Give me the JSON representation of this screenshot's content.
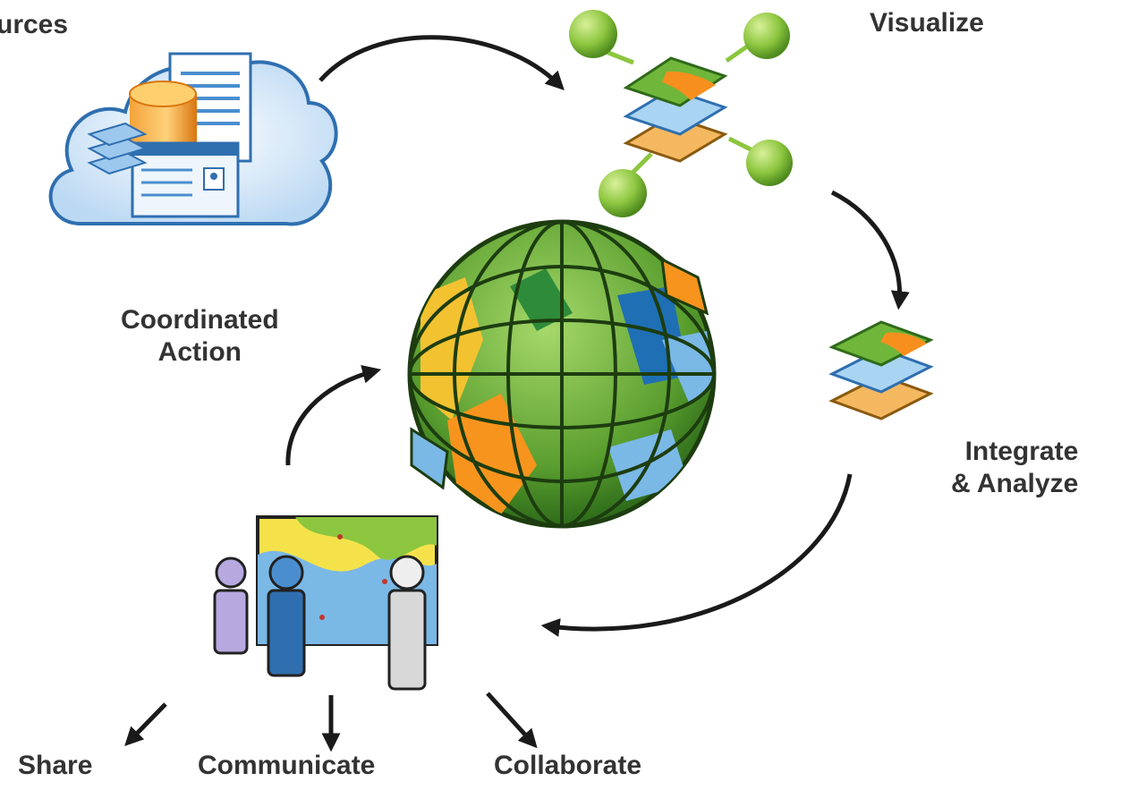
{
  "labels": {
    "sources": "urces",
    "visualize": "Visualize",
    "coordinated_action_line1": "Coordinated",
    "coordinated_action_line2": "Action",
    "integrate_line1": "Integrate",
    "integrate_line2": "& Analyze",
    "share": "Share",
    "communicate": "Communicate",
    "collaborate": "Collaborate"
  },
  "icons": [
    "cloud-data-sources-icon",
    "map-layers-network-icon",
    "globe-icon",
    "map-layers-icon",
    "people-map-board-icon"
  ],
  "colors": {
    "text": "#333333",
    "arrow": "#1a1a1a",
    "green": "#8cc63f",
    "blue": "#7ab8e6",
    "orange": "#f7941d"
  }
}
